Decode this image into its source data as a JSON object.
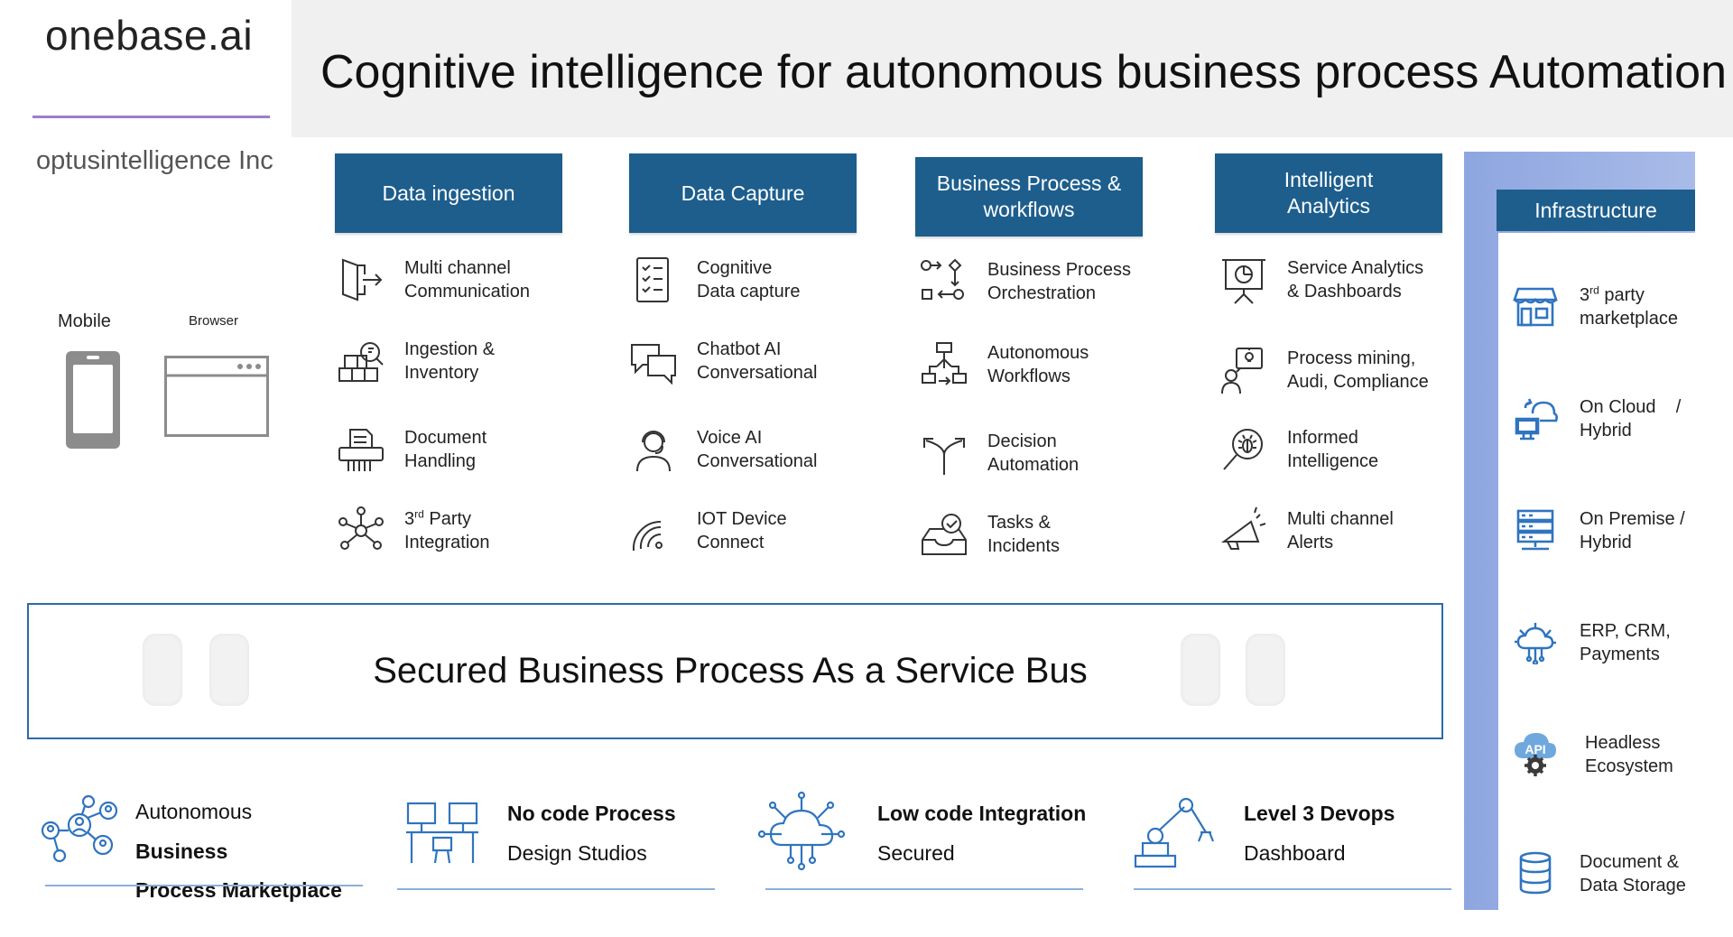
{
  "brand": "onebase.ai",
  "company": "optusintelligence Inc",
  "title": "Cognitive intelligence for autonomous business process Automation",
  "devices": {
    "mobile": "Mobile",
    "browser": "Browser"
  },
  "columns": [
    {
      "header": [
        "Data ingestion"
      ],
      "items": [
        {
          "icon": "door-exit-icon",
          "lines": [
            "Multi channel",
            "Communication"
          ]
        },
        {
          "icon": "inventory-boxes-icon",
          "lines": [
            "Ingestion &",
            "Inventory"
          ]
        },
        {
          "icon": "document-shredder-icon",
          "lines": [
            "Document",
            "Handling"
          ]
        },
        {
          "icon": "network-hub-icon",
          "sup": "rd",
          "lines": [
            "3",
            " Party",
            "Integration"
          ]
        }
      ]
    },
    {
      "header": [
        "Data Capture"
      ],
      "items": [
        {
          "icon": "checklist-icon",
          "lines": [
            "Cognitive",
            "Data capture"
          ]
        },
        {
          "icon": "chat-bubbles-icon",
          "lines": [
            "Chatbot AI",
            "Conversational"
          ]
        },
        {
          "icon": "headset-agent-icon",
          "lines": [
            "Voice AI",
            "Conversational"
          ]
        },
        {
          "icon": "wireless-signal-icon",
          "lines": [
            "IOT Device",
            "Connect"
          ]
        }
      ]
    },
    {
      "header": [
        "Business Process &",
        "workflows"
      ],
      "items": [
        {
          "icon": "flow-orchestration-icon",
          "lines": [
            "Business Process",
            "Orchestration"
          ]
        },
        {
          "icon": "workflow-tree-icon",
          "lines": [
            "Autonomous",
            "Workflows"
          ]
        },
        {
          "icon": "split-arrows-icon",
          "lines": [
            "Decision",
            "Automation"
          ]
        },
        {
          "icon": "inbox-check-icon",
          "lines": [
            "Tasks &",
            "Incidents"
          ]
        }
      ]
    },
    {
      "header": [
        "Intelligent",
        "Analytics"
      ],
      "items": [
        {
          "icon": "presentation-chart-icon",
          "lines": [
            "Service Analytics",
            "& Dashboards"
          ]
        },
        {
          "icon": "person-idea-icon",
          "lines": [
            "Process mining,",
            "Audi, Compliance"
          ]
        },
        {
          "icon": "bug-search-icon",
          "lines": [
            "Informed",
            "Intelligence"
          ]
        },
        {
          "icon": "megaphone-icon",
          "lines": [
            "Multi channel",
            "Alerts"
          ]
        }
      ]
    }
  ],
  "bus": "Secured Business Process As a Service Bus",
  "bottom": [
    {
      "icon": "people-network-icon",
      "line1_normal": "Autonomous ",
      "line1_bold": "Business",
      "line2_bold": "Process Marketplace",
      "line2_normal": ""
    },
    {
      "icon": "design-studio-icon",
      "line1_bold": "No code Process",
      "line2_normal": "Design Studios"
    },
    {
      "icon": "cloud-integration-icon",
      "line1_bold": "Low code Integration",
      "line2_normal": "Secured"
    },
    {
      "icon": "robot-arm-icon",
      "line1_bold": "Level 3 Devops",
      "line2_normal": "Dashboard"
    }
  ],
  "infrastructure": {
    "header": "Infrastructure",
    "items": [
      {
        "icon": "storefront-icon",
        "sup": "rd",
        "lines": [
          "3",
          " party",
          "marketplace"
        ]
      },
      {
        "icon": "cloud-sync-icon",
        "lines": [
          "On Cloud    /",
          "Hybrid"
        ]
      },
      {
        "icon": "server-rack-icon",
        "lines": [
          "On Premise /",
          "Hybrid"
        ]
      },
      {
        "icon": "cloud-network-icon",
        "lines": [
          "ERP, CRM,",
          "Payments"
        ]
      },
      {
        "icon": "api-gear-icon",
        "api_label": "API",
        "lines": [
          "Headless",
          "Ecosystem"
        ]
      },
      {
        "icon": "database-icon",
        "lines": [
          "Document &",
          "Data Storage"
        ]
      }
    ]
  },
  "colors": {
    "header_blue": "#1d5e8d",
    "accent_purple": "#9b7fc9",
    "infra_gradient": "#8ea6e0",
    "icon_blue": "#2f74c0"
  }
}
